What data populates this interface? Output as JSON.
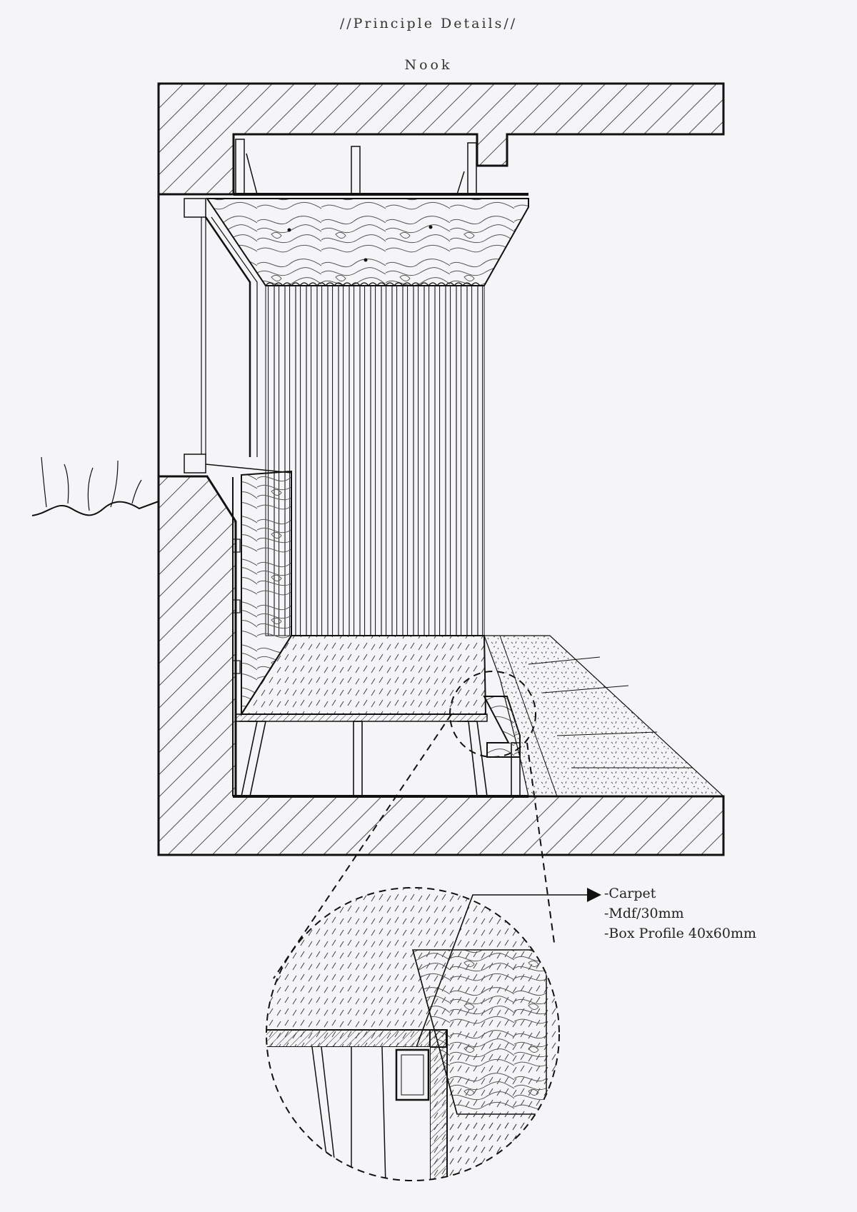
{
  "header": {
    "title": "//Principle Details//",
    "subtitle": "Nook"
  },
  "detail_callout": {
    "items": [
      "-Carpet",
      "-Mdf/30mm",
      "-Box Profile 40x60mm"
    ]
  },
  "colors": {
    "background": "#f5f5f7",
    "ink": "#111111",
    "hatch": "#222222"
  }
}
